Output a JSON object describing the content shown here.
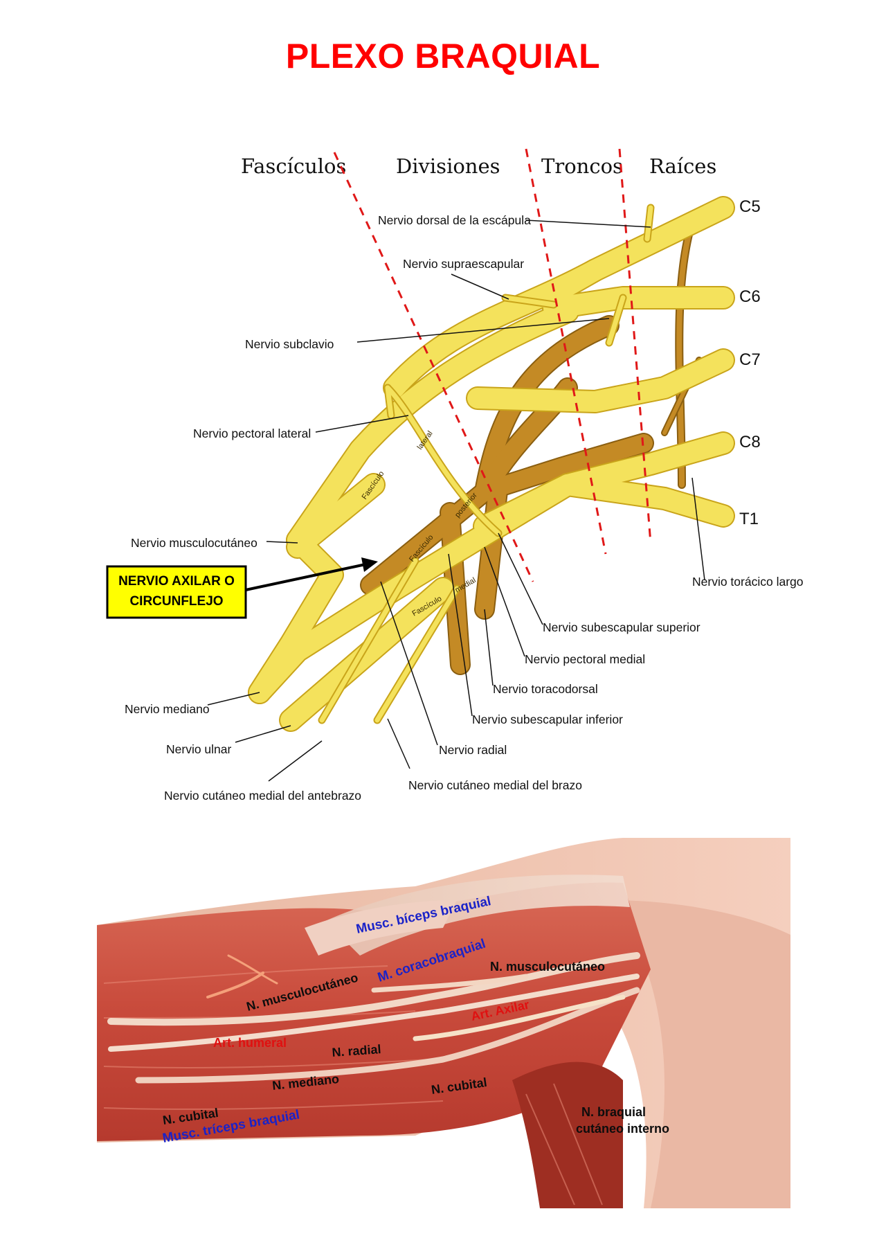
{
  "title": "PLEXO BRAQUIAL",
  "diagram": {
    "headers": [
      "Fascículos",
      "Divisiones",
      "Troncos",
      "Raíces"
    ],
    "roots": [
      "C5",
      "C6",
      "C7",
      "C8",
      "T1"
    ],
    "cords": {
      "lateral_1": "Fascículo",
      "lateral_2": "lateral",
      "posterior_1": "Fascículo",
      "posterior_2": "posterior",
      "medial_1": "Fascículo",
      "medial_2": "medial"
    },
    "labels": {
      "dorsal_escapula": "Nervio dorsal de la escápula",
      "supraescapular": "Nervio supraescapular",
      "subclavio": "Nervio subclavio",
      "pectoral_lateral": "Nervio pectoral lateral",
      "musculocutaneo": "Nervio musculocutáneo",
      "toracico_largo": "Nervio torácico largo",
      "subescapular_superior": "Nervio subescapular superior",
      "pectoral_medial": "Nervio pectoral medial",
      "toracodorsal": "Nervio toracodorsal",
      "subescapular_inferior": "Nervio subescapular inferior",
      "radial": "Nervio radial",
      "cutaneo_brazo": "Nervio cutáneo medial del brazo",
      "mediano": "Nervio mediano",
      "ulnar": "Nervio ulnar",
      "cutaneo_antebrazo": "Nervio cutáneo medial del antebrazo"
    },
    "callout": [
      "NERVIO AXILAR O",
      "CIRCUNFLEJO"
    ],
    "colors": {
      "nerve": "#f4e25c",
      "nerve_outline": "#c9a41a",
      "posterior": "#c48a25",
      "divider": "#e01818",
      "callout_fill": "#ffff00"
    }
  },
  "photo": {
    "labels": {
      "biceps": "Musc. bíceps braquial",
      "coracobraquial": "M. coracobraquial",
      "musculocutaneo_1": "N. musculocutáneo",
      "musculocutaneo_2": "N. musculocutáneo",
      "art_axilar": "Art. Axilar",
      "art_humeral": "Art. humeral",
      "radial": "N. radial",
      "mediano": "N. mediano",
      "cubital_1": "N. cubital",
      "cubital_2": "N. cubital",
      "braquial_1": "N. braquial",
      "braquial_2": "cutáneo interno",
      "triceps": "Musc. tríceps braquial"
    }
  }
}
